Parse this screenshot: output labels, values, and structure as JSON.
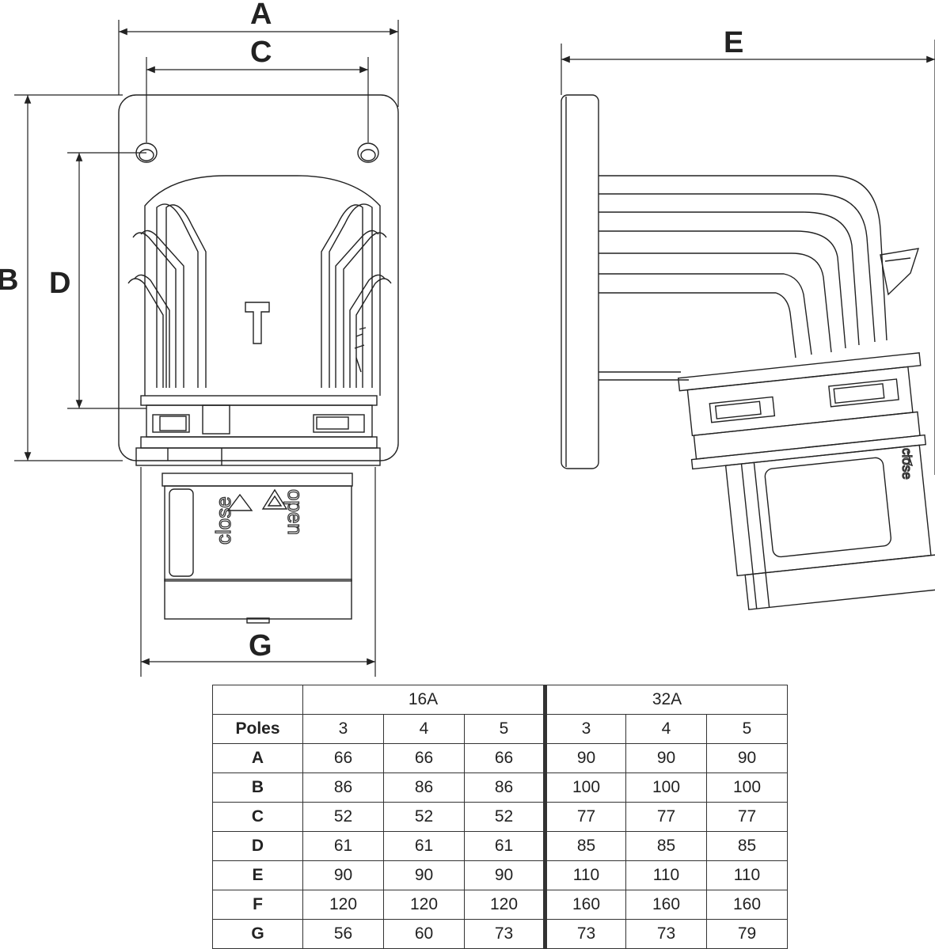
{
  "dimension_labels": {
    "a": "A",
    "b": "B",
    "c": "C",
    "d": "D",
    "e": "E",
    "g": "G"
  },
  "engravings": {
    "close": "close",
    "open": "open",
    "side_close": "close"
  },
  "table": {
    "group_headers": [
      "16A",
      "32A"
    ],
    "poles_label": "Poles",
    "poles": [
      "3",
      "4",
      "5",
      "3",
      "4",
      "5"
    ],
    "rows": [
      {
        "label": "A",
        "values": [
          "66",
          "66",
          "66",
          "90",
          "90",
          "90"
        ]
      },
      {
        "label": "B",
        "values": [
          "86",
          "86",
          "86",
          "100",
          "100",
          "100"
        ]
      },
      {
        "label": "C",
        "values": [
          "52",
          "52",
          "52",
          "77",
          "77",
          "77"
        ]
      },
      {
        "label": "D",
        "values": [
          "61",
          "61",
          "61",
          "85",
          "85",
          "85"
        ]
      },
      {
        "label": "E",
        "values": [
          "90",
          "90",
          "90",
          "110",
          "110",
          "110"
        ]
      },
      {
        "label": "F",
        "values": [
          "120",
          "120",
          "120",
          "160",
          "160",
          "160"
        ]
      },
      {
        "label": "G",
        "values": [
          "56",
          "60",
          "73",
          "73",
          "73",
          "79"
        ]
      }
    ]
  }
}
